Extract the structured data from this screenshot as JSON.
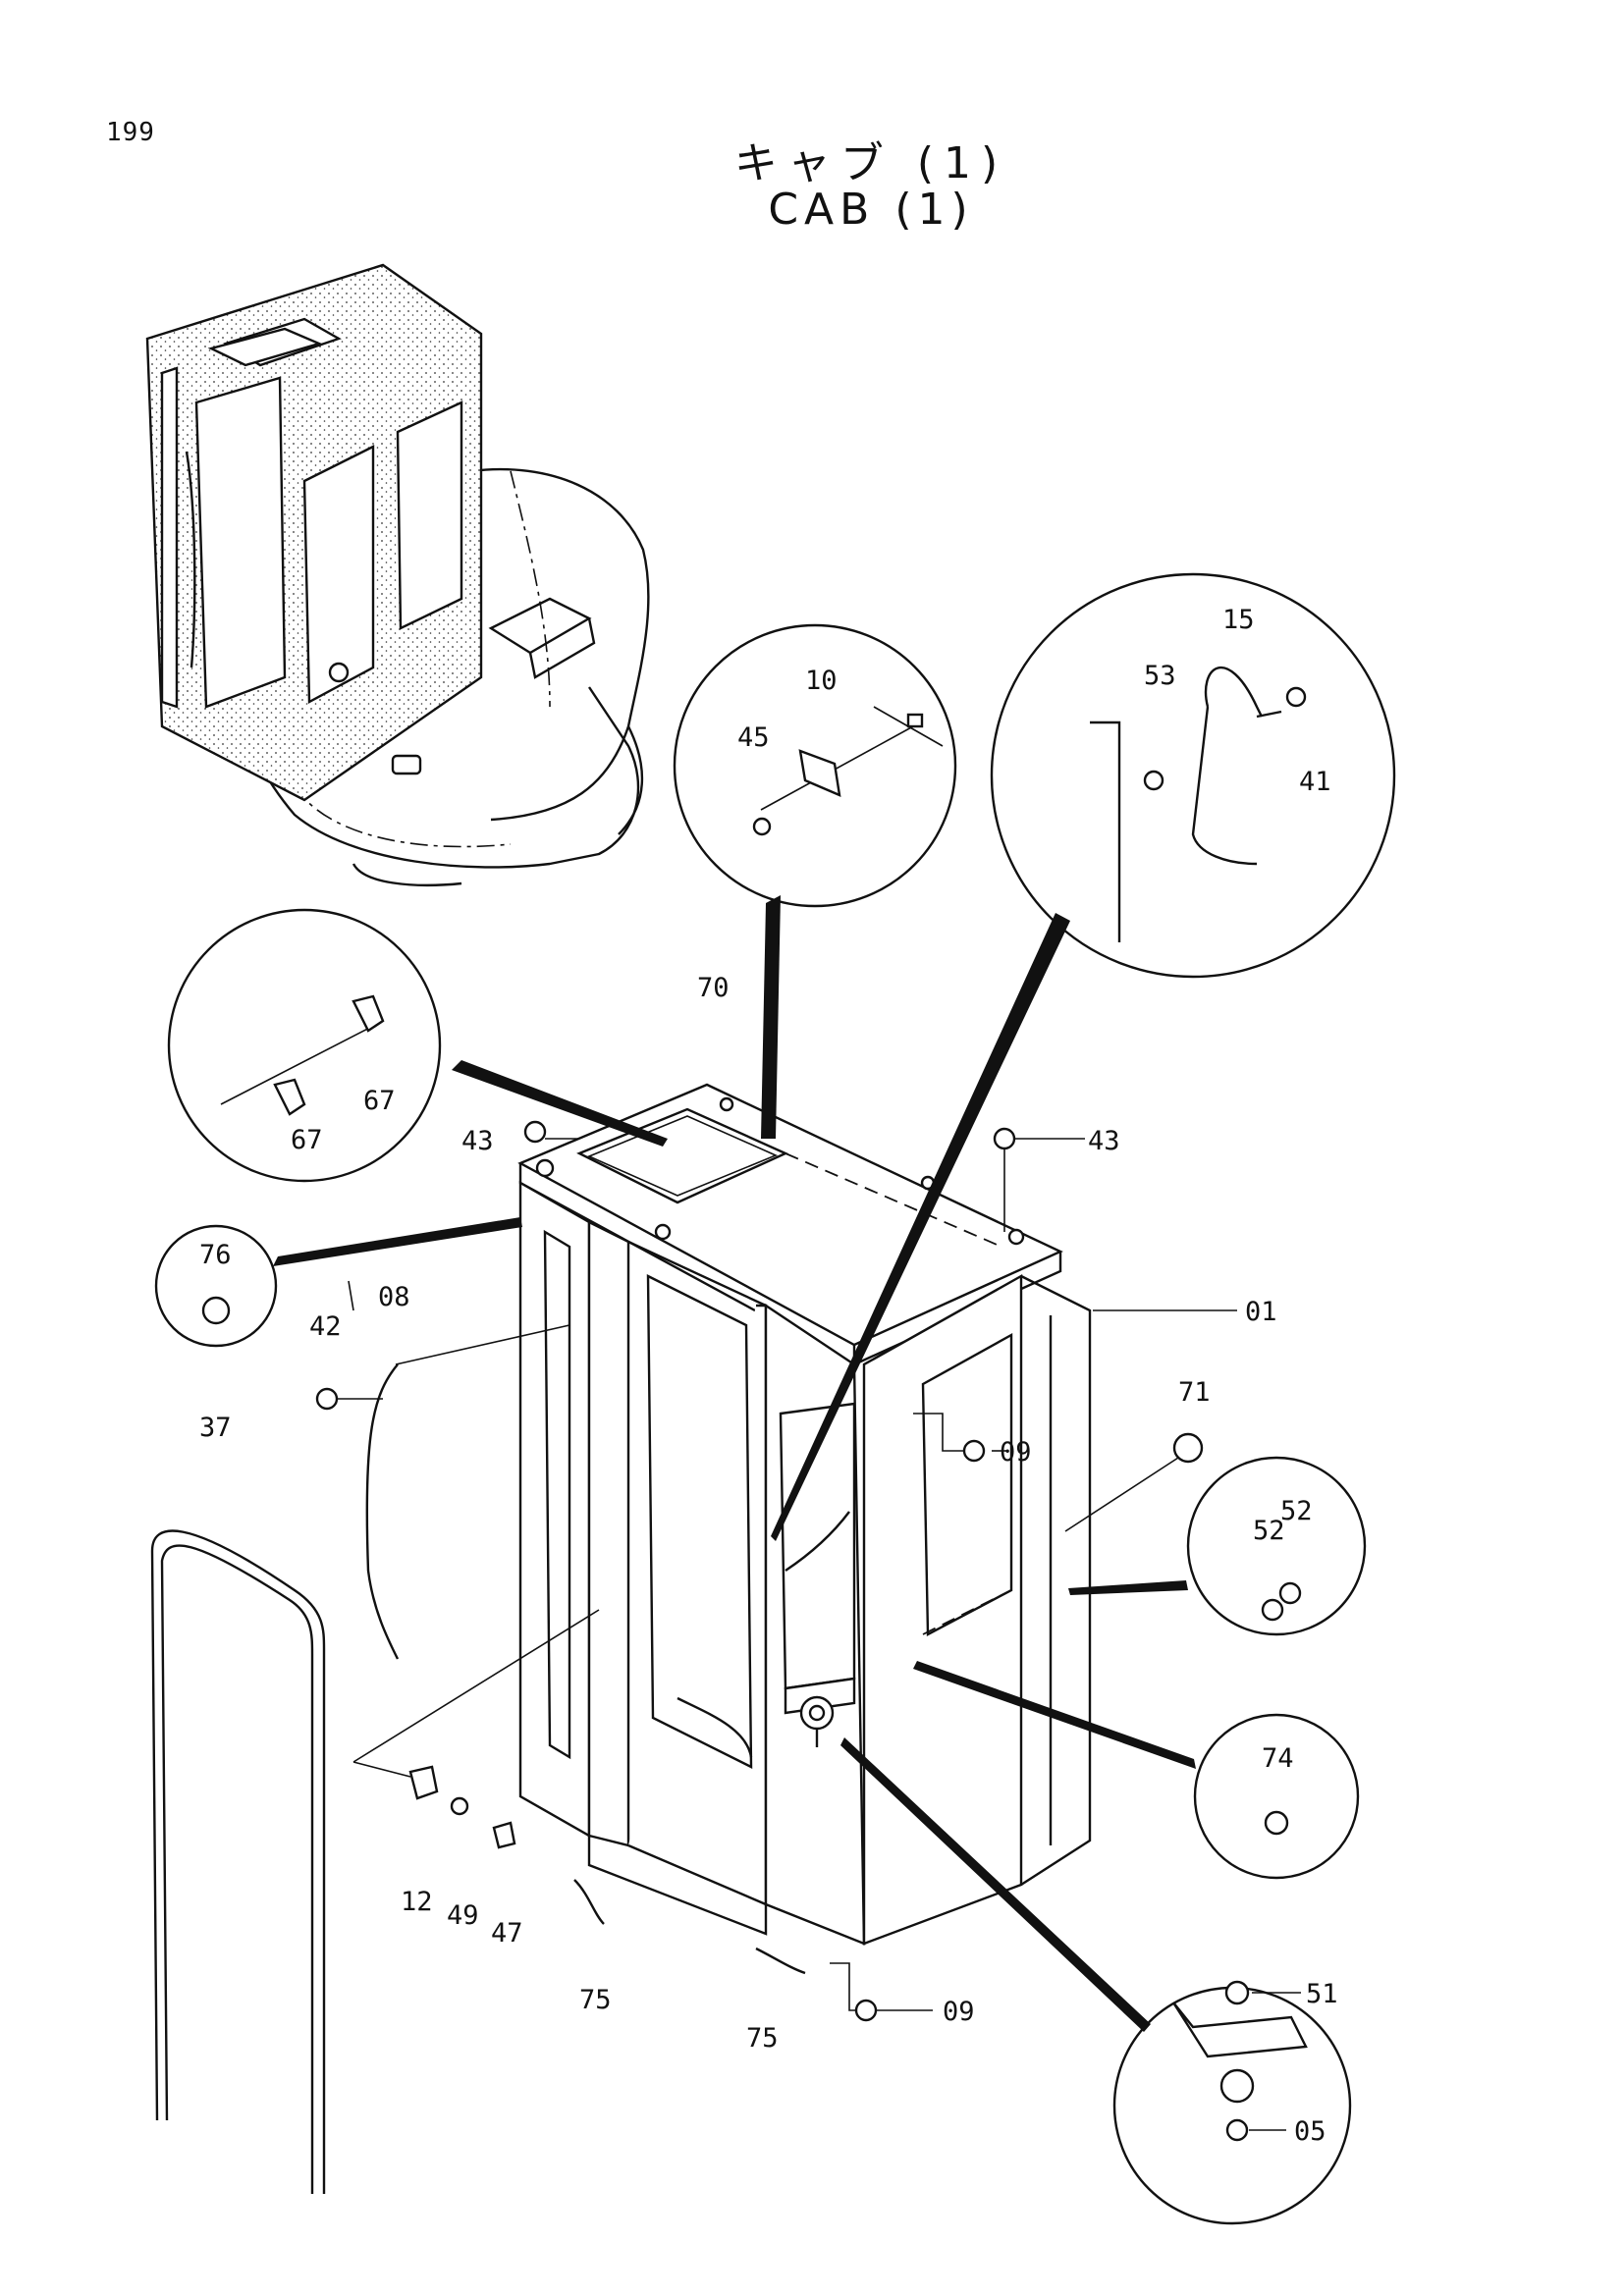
{
  "page": {
    "number": "199"
  },
  "title": {
    "japanese": "キャブ (1)",
    "english": "CAB (1)"
  },
  "part_labels": {
    "p01": "01",
    "p05": "05",
    "p08": "08",
    "p09a": "09",
    "p09b": "09",
    "p10": "10",
    "p12": "12",
    "p15": "15",
    "p37": "37",
    "p41": "41",
    "p42": "42",
    "p43a": "43",
    "p43b": "43",
    "p45": "45",
    "p47": "47",
    "p49": "49",
    "p51": "51",
    "p52a": "52",
    "p52b": "52",
    "p53": "53",
    "p67a": "67",
    "p67b": "67",
    "p70": "70",
    "p71": "71",
    "p74": "74",
    "p75a": "75",
    "p75b": "75",
    "p76": "76"
  }
}
